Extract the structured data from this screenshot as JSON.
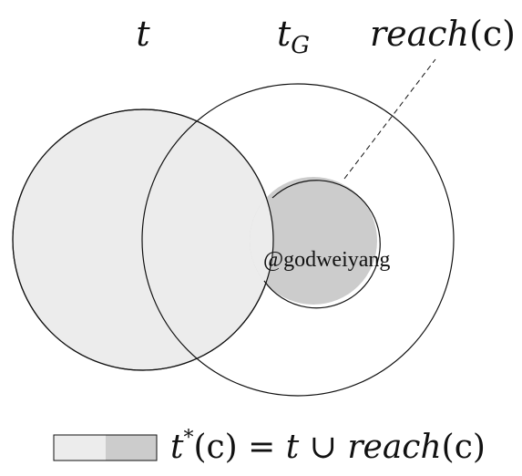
{
  "labels": {
    "t": "t",
    "t_G_base": "t",
    "t_G_sub": "G",
    "reach": "reach",
    "reach_arg": "(c)"
  },
  "watermark": "@godweiyang",
  "legend": {
    "t": "t",
    "sup": "*",
    "arg": "(c)",
    "eq": " = ",
    "t2": "t",
    "union": " ∪ ",
    "reach": "reach",
    "reach_arg": "(c)"
  },
  "colors": {
    "t_fill": "#ececec",
    "reach_fill": "#cccccc",
    "stroke": "#111111",
    "background": "#ffffff"
  }
}
